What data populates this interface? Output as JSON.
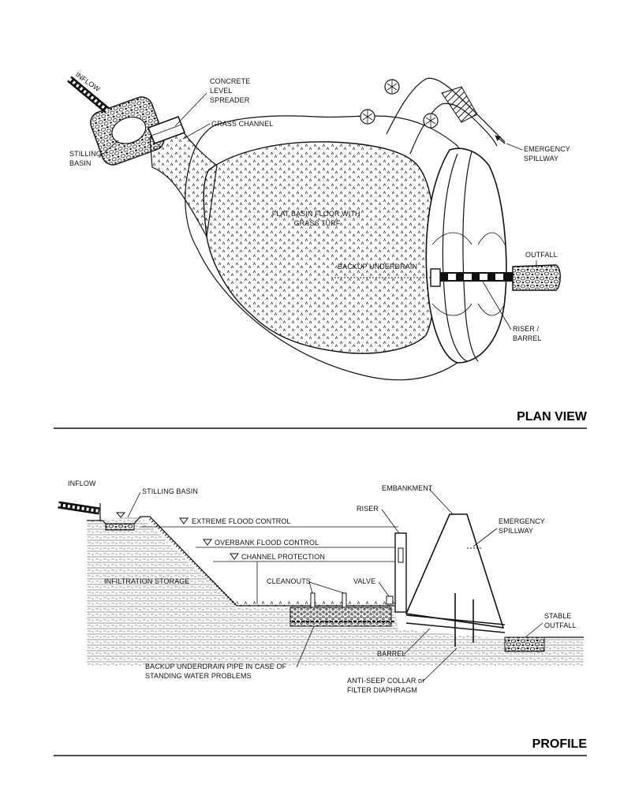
{
  "plan_view": {
    "heading": "PLAN VIEW",
    "labels": {
      "inflow": "INFLOW",
      "concrete_level_spreader": [
        "CONCRETE",
        "LEVEL",
        "SPREADER"
      ],
      "grass_channel": "GRASS CHANNEL",
      "stilling_basin": [
        "STILLING",
        "BASIN"
      ],
      "flat_basin_floor": [
        "FLAT BASIN FLOOR WITH",
        "GRASS TURF"
      ],
      "backup_underdrain": "BACKUP UNDERDRAIN",
      "outfall": "OUTFALL",
      "emergency_spillway": [
        "EMERGENCY",
        "SPILLWAY"
      ],
      "riser_barrel": [
        "RISER /",
        "BARREL"
      ]
    }
  },
  "profile": {
    "heading": "PROFILE",
    "labels": {
      "inflow": "INFLOW",
      "stilling_basin": "STILLING BASIN",
      "extreme_flood_control": "EXTREME FLOOD CONTROL",
      "overbank_flood_control": "OVERBANK FLOOD CONTROL",
      "channel_protection": "CHANNEL PROTECTION",
      "infiltration_storage": "INFILTRATION STORAGE",
      "cleanouts": "CLEANOUTS",
      "valve": "VALVE",
      "riser": "RISER",
      "embankment": "EMBANKMENT",
      "emergency_spillway": [
        "EMERGENCY",
        "SPILLWAY"
      ],
      "stable_outfall": [
        "STABLE",
        "OUTFALL"
      ],
      "barrel": "BARREL",
      "backup_underdrain_pipe": [
        "BACKUP UNDERDRAIN PIPE IN CASE OF",
        "STANDING WATER PROBLEMS"
      ],
      "anti_seep_collar": [
        "ANTI-SEEP COLLAR or",
        "FILTER DIAPHRAGM"
      ]
    }
  }
}
